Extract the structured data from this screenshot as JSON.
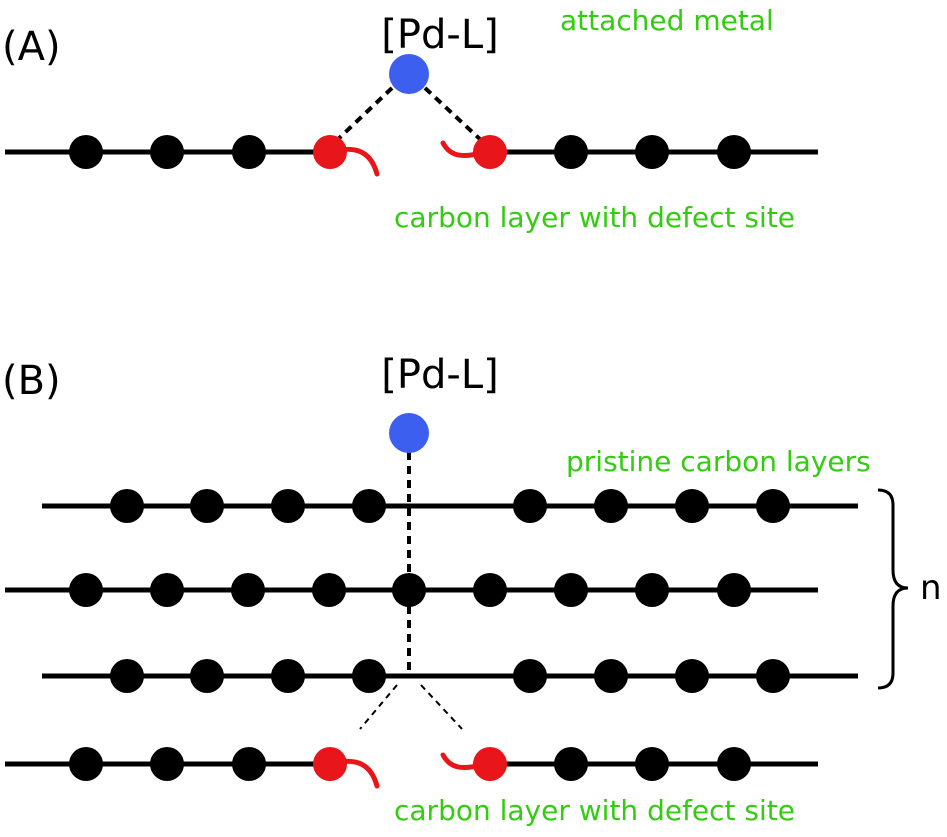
{
  "colors": {
    "carbon_atom": "#000000",
    "defect_atom": "#e8151b",
    "metal": "#3c5ff0",
    "annotation_text": "#33cc11"
  },
  "panel_a": {
    "label": "(A)",
    "metal_label": "[Pd-L]",
    "metal_note": "attached metal",
    "layer_note": "carbon layer with defect site"
  },
  "panel_b": {
    "label": "(B)",
    "metal_label": "[Pd-L]",
    "pristine_note": "pristine carbon layers",
    "stack_count_label": "n",
    "layer_note": "carbon layer with defect site"
  }
}
